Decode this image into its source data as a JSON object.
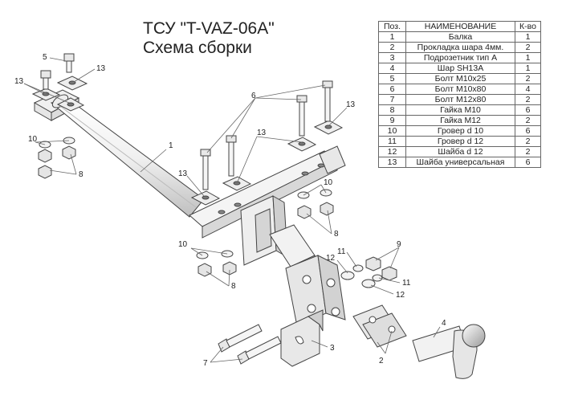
{
  "title": {
    "line1": "ТСУ \"T-VAZ-06A\"",
    "line2": "Схема сборки"
  },
  "table": {
    "headers": [
      "Поз.",
      "НАИМЕНОВАНИЕ",
      "К-во"
    ],
    "rows": [
      {
        "pos": "1",
        "name": "Балка",
        "qty": "1"
      },
      {
        "pos": "2",
        "name": "Прокладка шара 4мм.",
        "qty": "2"
      },
      {
        "pos": "3",
        "name": "Подрозетник тип А",
        "qty": "1"
      },
      {
        "pos": "4",
        "name": "Шар SH13A",
        "qty": "1"
      },
      {
        "pos": "5",
        "name": "Болт М10х25",
        "qty": "2"
      },
      {
        "pos": "6",
        "name": "Болт М10х80",
        "qty": "4"
      },
      {
        "pos": "7",
        "name": "Болт М12х80",
        "qty": "2"
      },
      {
        "pos": "8",
        "name": "Гайка М10",
        "qty": "6"
      },
      {
        "pos": "9",
        "name": "Гайка М12",
        "qty": "2"
      },
      {
        "pos": "10",
        "name": "Гровер d 10",
        "qty": "6"
      },
      {
        "pos": "11",
        "name": "Гровер d 12",
        "qty": "2"
      },
      {
        "pos": "12",
        "name": "Шайба d 12",
        "qty": "2"
      },
      {
        "pos": "13",
        "name": "Шайба универсальная",
        "qty": "6"
      }
    ]
  },
  "callouts": {
    "c1": "1",
    "c2": "2",
    "c3": "3",
    "c4": "4",
    "c5": "5",
    "c6": "6",
    "c7": "7",
    "c8a": "8",
    "c8b": "8",
    "c8c": "8",
    "c9": "9",
    "c10a": "10",
    "c10b": "10",
    "c10c": "10",
    "c11a": "11",
    "c11b": "11",
    "c12a": "12",
    "c12b": "12",
    "c13a": "13",
    "c13b": "13",
    "c13c": "13",
    "c13d": "13",
    "c13e": "13"
  },
  "colors": {
    "part_fill": "#f2f2f2",
    "part_stroke": "#444444",
    "leader": "#555555"
  }
}
